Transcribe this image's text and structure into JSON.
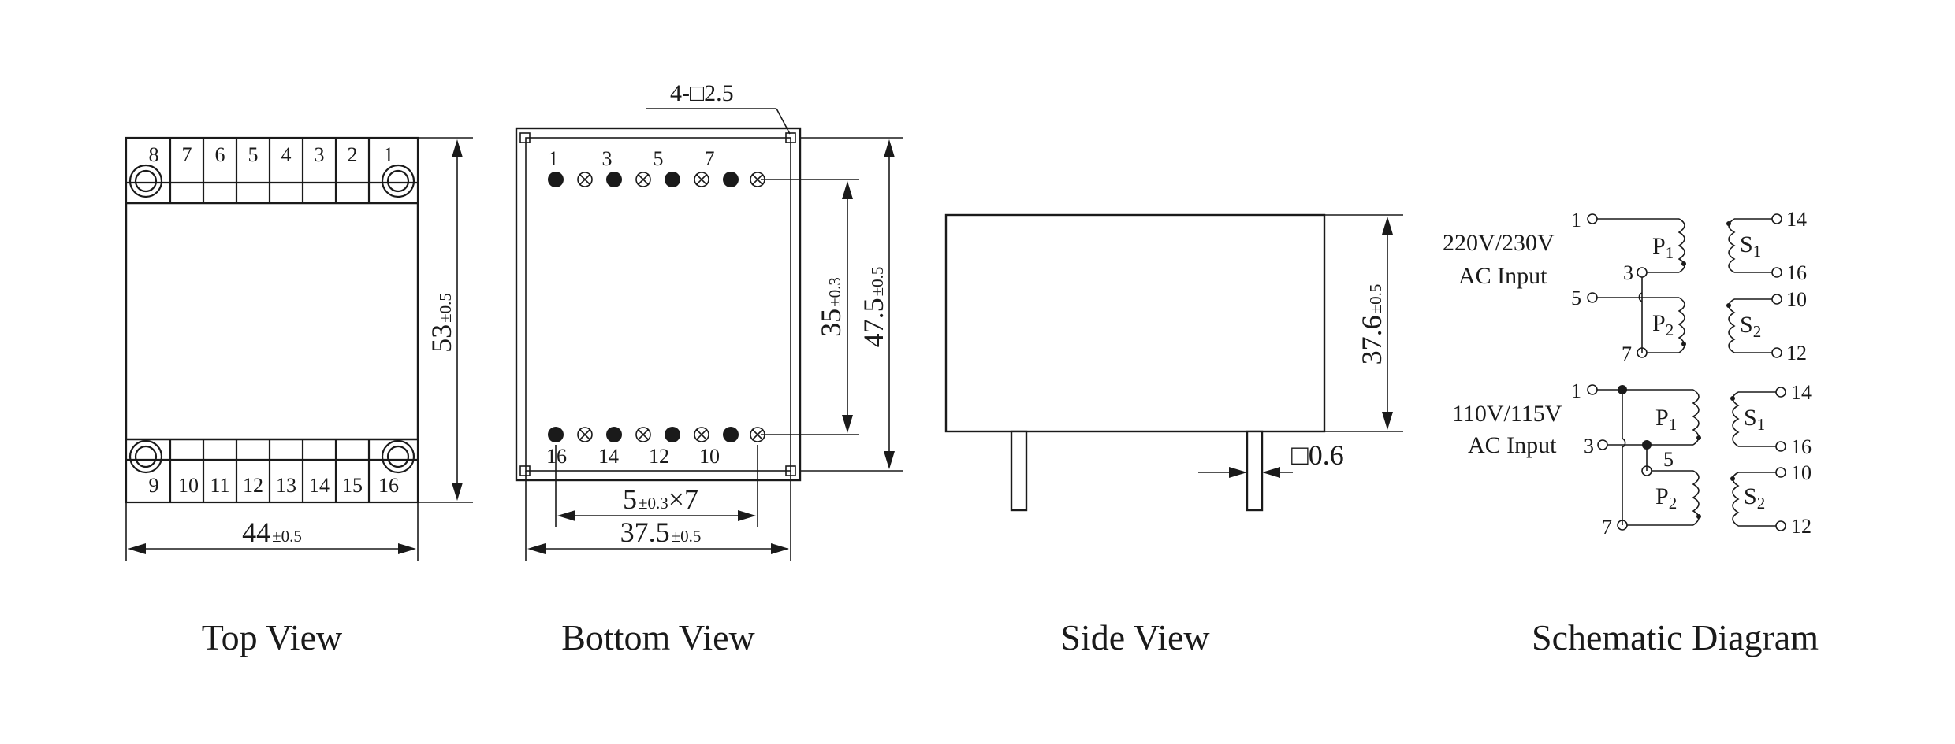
{
  "top_view": {
    "caption": "Top View",
    "top_pins": [
      "8",
      "7",
      "6",
      "5",
      "4",
      "3",
      "2",
      "1"
    ],
    "bottom_pins": [
      "9",
      "10",
      "11",
      "12",
      "13",
      "14",
      "15",
      "16"
    ],
    "height_dim": {
      "value": "53",
      "tol": "±0.5"
    },
    "width_dim": {
      "value": "44",
      "tol": "±0.5"
    }
  },
  "bottom_view": {
    "caption": "Bottom View",
    "corner_note": "4-□2.5",
    "top_labels": [
      "1",
      "3",
      "5",
      "7"
    ],
    "bottom_labels": [
      "16",
      "14",
      "12",
      "10"
    ],
    "inner_dim": {
      "value": "35",
      "tol": "±0.3"
    },
    "outer_dim": {
      "value": "47.5",
      "tol": "±0.5"
    },
    "pitch_dim": {
      "value": "5",
      "tol": "±0.3",
      "suffix": "×7"
    },
    "width_dim": {
      "value": "37.5",
      "tol": "±0.5"
    }
  },
  "side_view": {
    "caption": "Side View",
    "height_dim": {
      "value": "37.6",
      "tol": "±0.5"
    },
    "pin_dim": "□0.6"
  },
  "schematic": {
    "caption": "Schematic Diagram",
    "config_a": {
      "voltage": "220V/230V",
      "input": "AC Input",
      "pins": [
        "1",
        "3",
        "5",
        "7"
      ],
      "primary": [
        {
          "base": "P",
          "sub": "1"
        },
        {
          "base": "P",
          "sub": "2"
        }
      ],
      "secondary": [
        {
          "base": "S",
          "sub": "1"
        },
        {
          "base": "S",
          "sub": "2"
        }
      ],
      "secondary_pins": [
        "14",
        "16",
        "10",
        "12"
      ]
    },
    "config_b": {
      "voltage": "110V/115V",
      "input": "AC Input",
      "pins": [
        "1",
        "3",
        "5",
        "7"
      ],
      "primary": [
        {
          "base": "P",
          "sub": "1"
        },
        {
          "base": "P",
          "sub": "2"
        }
      ],
      "secondary": [
        {
          "base": "S",
          "sub": "1"
        },
        {
          "base": "S",
          "sub": "2"
        }
      ],
      "secondary_pins": [
        "14",
        "16",
        "10",
        "12"
      ]
    }
  }
}
